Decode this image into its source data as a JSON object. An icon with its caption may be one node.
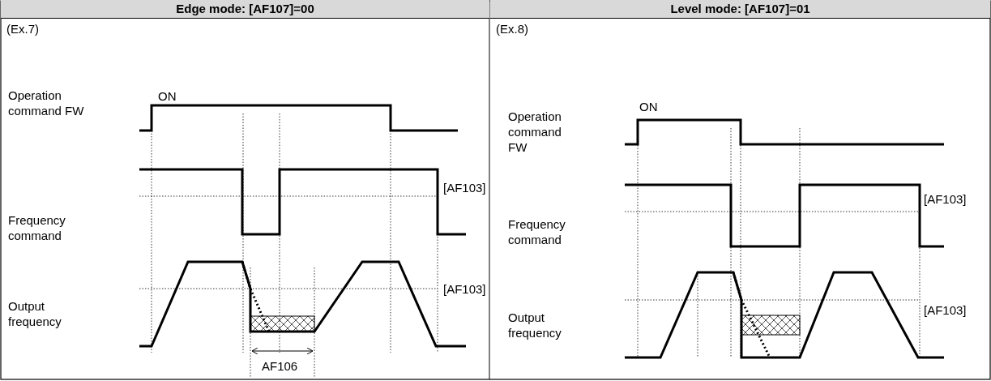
{
  "diagram": {
    "labels": [
      "Edge mode: [AF107]=00",
      "Level mode: [AF107]=01",
      "(Ex.7)",
      "ON",
      "Operation command FW",
      "[AF103]",
      "Frequency command",
      "[AF103]",
      "Output frequency",
      "AF106",
      "(Ex.8)",
      "ON",
      "Operation command FW",
      "[AF103]",
      "Frequency command",
      "[AF103]",
      "Output frequency"
    ]
  }
}
